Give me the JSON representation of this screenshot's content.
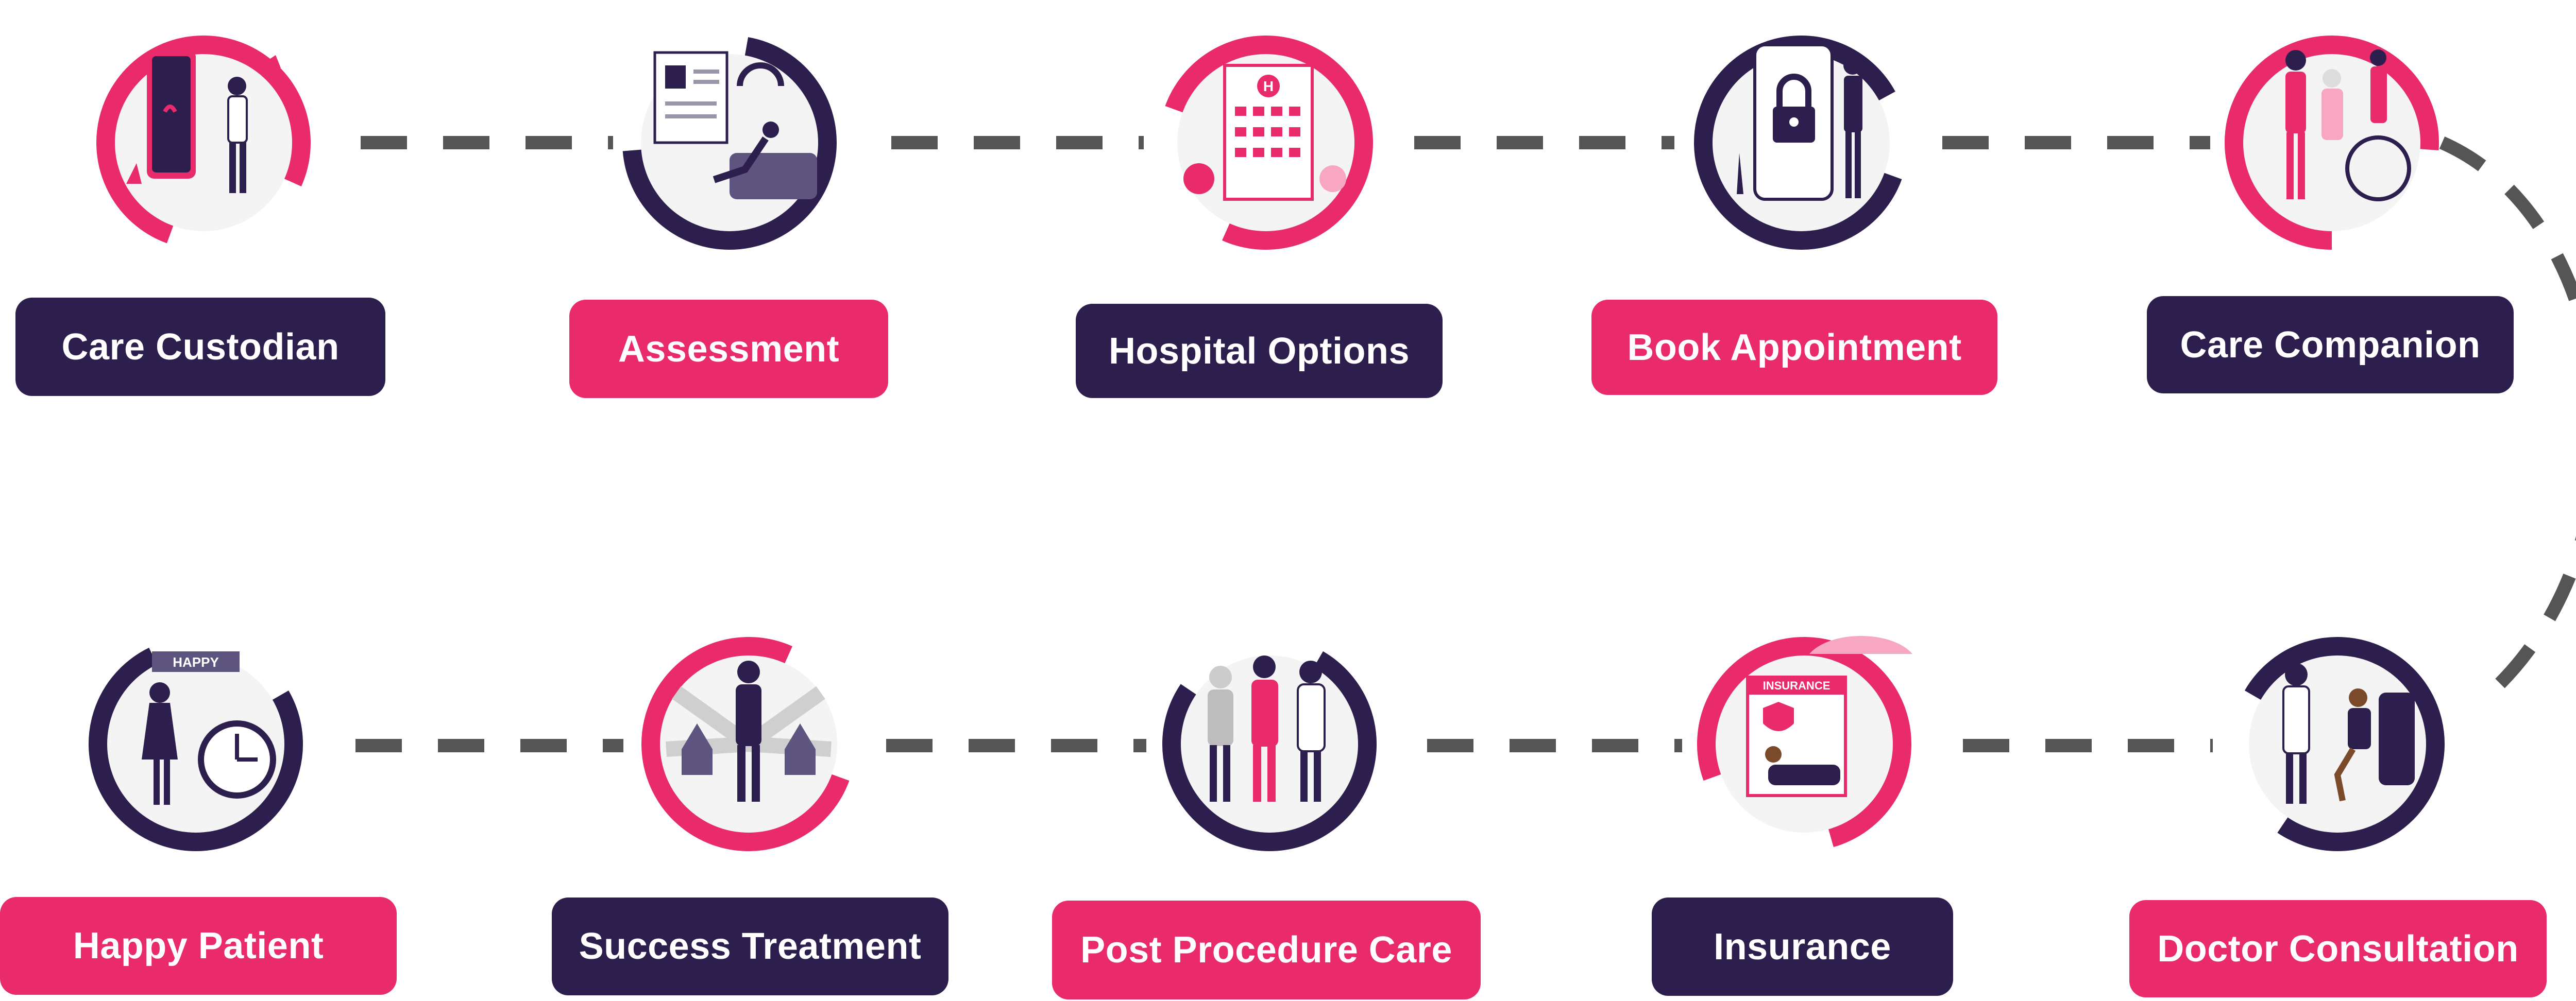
{
  "colors": {
    "navy": "#2d1f4d",
    "pink": "#e92a6b",
    "connector": "#555555"
  },
  "steps": [
    {
      "label": "Care Custodian",
      "style": "navy",
      "illustration": "phone-call-illustration"
    },
    {
      "label": "Assessment",
      "style": "pink",
      "illustration": "assessment-illustration"
    },
    {
      "label": "Hospital Options",
      "style": "navy",
      "illustration": "hospital-building-illustration"
    },
    {
      "label": "Book Appointment",
      "style": "pink",
      "illustration": "locked-phone-illustration"
    },
    {
      "label": "Care Companion",
      "style": "navy",
      "illustration": "wheelchair-care-illustration"
    },
    {
      "label": "Doctor Consultation",
      "style": "pink",
      "illustration": "doctor-consultation-illustration"
    },
    {
      "label": "Insurance",
      "style": "navy",
      "illustration": "insurance-illustration"
    },
    {
      "label": "Post Procedure Care",
      "style": "pink",
      "illustration": "nurses-patient-illustration"
    },
    {
      "label": "Success Treatment",
      "style": "navy",
      "illustration": "success-treatment-illustration"
    },
    {
      "label": "Happy Patient",
      "style": "pink",
      "illustration": "happy-patient-illustration"
    }
  ],
  "illustration_text": {
    "happy_banner": "HAPPY",
    "insurance_doc": "INSURANCE"
  }
}
